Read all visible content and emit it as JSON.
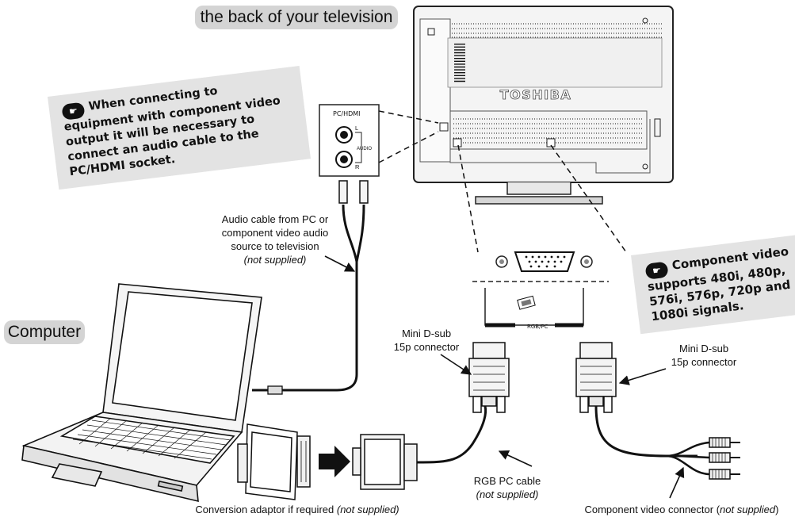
{
  "labels": {
    "tv_back": "the back of your television",
    "computer": "Computer",
    "brand": "TOSHIBA"
  },
  "notes": {
    "audio_note": "When connecting to equipment with component video output it will be necessary to connect an audio cable to the PC/HDMI socket.",
    "component_note": "Component video supports 480i, 480p, 576i, 576p, 720p and 1080i signals."
  },
  "socket_panel": {
    "title": "PC/HDMI",
    "left": "L",
    "audio": "AUDIO",
    "right": "R",
    "rgb_pc": "RGB/PC"
  },
  "callouts": {
    "audio_cable_line1": "Audio cable from PC or",
    "audio_cable_line2": "component video audio",
    "audio_cable_line3": "source to television",
    "audio_cable_supplied": "(not supplied)",
    "mini_dsub_left_line1": "Mini D-sub",
    "mini_dsub_left_line2": "15p connector",
    "mini_dsub_right_line1": "Mini D-sub",
    "mini_dsub_right_line2": "15p connector",
    "rgb_cable": "RGB PC cable",
    "rgb_cable_supplied": "(not supplied)",
    "adaptor": "Conversion adaptor if required ",
    "adaptor_supplied": "(not supplied)",
    "component_connector": "Component video connector (",
    "component_connector_supplied": "not supplied",
    "component_connector_close": ")"
  }
}
